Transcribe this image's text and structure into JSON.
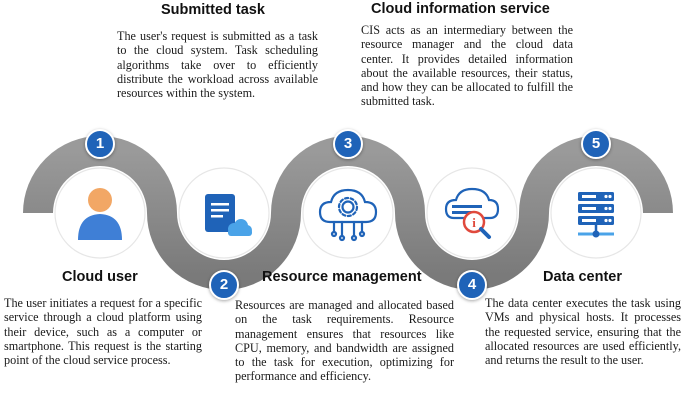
{
  "steps": [
    {
      "number": "1",
      "title": "Cloud user",
      "description": "The user initiates a request for a specific service through a cloud platform using their device, such as a computer or smartphone. This request is the starting point of the cloud service process.",
      "icon": "user-icon"
    },
    {
      "number": "2",
      "title": "Submitted task",
      "description": "The user's request is submitted as a task to the cloud system. Task scheduling algorithms take over to efficiently distribute the workload across available resources within the system.",
      "icon": "cloud-document-icon"
    },
    {
      "number": "3",
      "title": "Resource management",
      "description": "Resources are managed and allocated based on the task requirements. Resource management ensures that resources like CPU, memory, and bandwidth are assigned to the task for execution, optimizing for performance and efficiency.",
      "icon": "cloud-gear-circuit-icon"
    },
    {
      "number": "4",
      "title": "Cloud information service",
      "description": "CIS acts as an intermediary between the resource manager and the cloud data center. It provides detailed information about the available resources, their status, and how they can be allocated to fulfill the submitted task.",
      "icon": "cloud-info-search-icon"
    },
    {
      "number": "5",
      "title": "Data center",
      "description": "The data center executes the task using VMs and physical hosts. It processes the requested service, ensuring that the allocated resources are used efficiently, and returns the result to the user.",
      "icon": "server-rack-icon"
    }
  ],
  "colors": {
    "wave": "#8a8a8a",
    "badge": "#1f63b8",
    "icon_blue": "#1f63b8",
    "icon_light": "#4aa3e8",
    "user_head": "#f2a765",
    "user_body": "#3f7fd6"
  }
}
